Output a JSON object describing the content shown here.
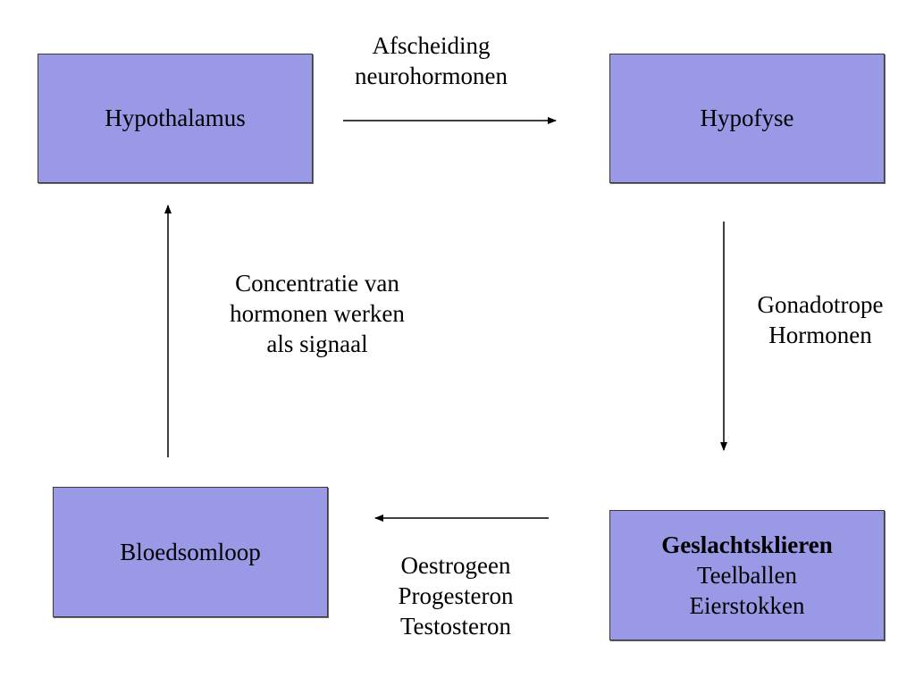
{
  "nodes": {
    "hypothalamus": "Hypothalamus",
    "hypofyse": "Hypofyse",
    "bloedsomloop": "Bloedsomloop",
    "geslachtsklieren": {
      "title": "Geslachtsklieren",
      "lines": [
        "Teelballen",
        "Eierstokken"
      ]
    }
  },
  "edges": {
    "top": [
      "Afscheiding",
      "neurohormonen"
    ],
    "right": [
      "Gonadotrope",
      "Hormonen"
    ],
    "bottom": [
      "Oestrogeen",
      "Progesteron",
      "Testosteron"
    ],
    "left": [
      "Concentratie van",
      "hormonen werken",
      "als signaal"
    ]
  },
  "colors": {
    "box_fill": "#9999e6",
    "box_border": "#3a3a3a",
    "arrow": "#000000"
  }
}
